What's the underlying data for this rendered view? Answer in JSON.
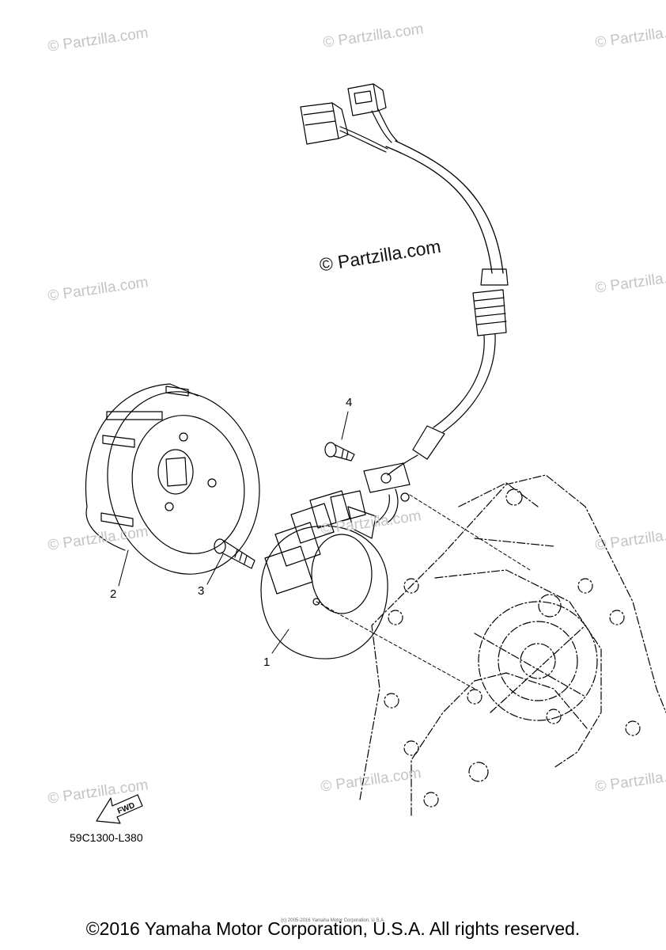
{
  "watermarks": {
    "small": "© Partzilla.com",
    "center": "© Partzilla.com"
  },
  "callouts": [
    "1",
    "2",
    "3",
    "4"
  ],
  "direction_arrow": {
    "label": "FWD",
    "icon": "fwd-arrow-icon"
  },
  "part_code": "59C1300-L380",
  "footer": {
    "copyright": "©2016 Yamaha Motor Corporation, U.S.A. All rights reserved.",
    "fine_print": "(c) 2005-2016 Yamaha Motor Corporation, U.S.A."
  }
}
